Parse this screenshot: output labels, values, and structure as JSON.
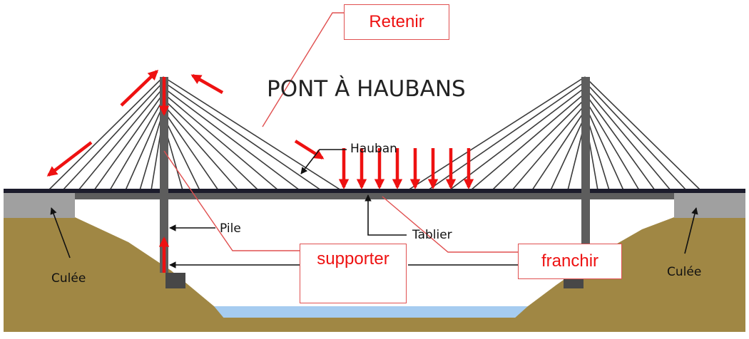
{
  "title": "PONT À HAUBANS",
  "labels": {
    "hauban": "Hauban",
    "pile": "Pile",
    "tablier": "Tablier",
    "culee_left": "Culée",
    "culee_right": "Culée"
  },
  "functions": {
    "retenir": "Retenir",
    "supporter": "supporter",
    "franchir": "franchir"
  },
  "colors": {
    "ground": "#a08744",
    "water": "#a6ccf0",
    "deck": "#1c1c2c",
    "pylon": "#5d5d5d",
    "abutment": "#a0a0a0",
    "force_arrow": "#ee1111",
    "function_text": "#ee1111",
    "box_border": "#e05050"
  }
}
